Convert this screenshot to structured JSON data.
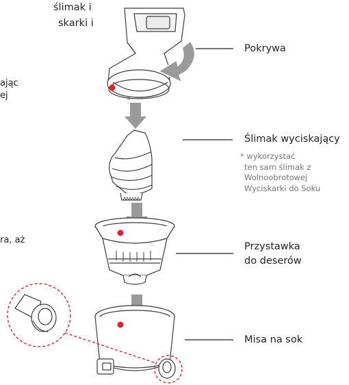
{
  "fragments": {
    "line1": "ślimak i",
    "line2": "skarki i",
    "line3": "ając",
    "line4": "ej",
    "line5": "ra, aż"
  },
  "labels": {
    "lid": "Pokrywa",
    "auger": "Ślimak wyciskający",
    "auger_note": [
      "* wykorzystać",
      "ten sam ślimak z",
      "Wolnoobrotowej",
      "Wyciskarki do Soku"
    ],
    "strainer": [
      "Przystawka",
      "do deserów"
    ],
    "bowl": "Misa na sok"
  },
  "colors": {
    "marker_red": "#e2212b",
    "arrow_gray": "#9a9a9a",
    "line": "#231f20",
    "note_gray": "#777777"
  }
}
